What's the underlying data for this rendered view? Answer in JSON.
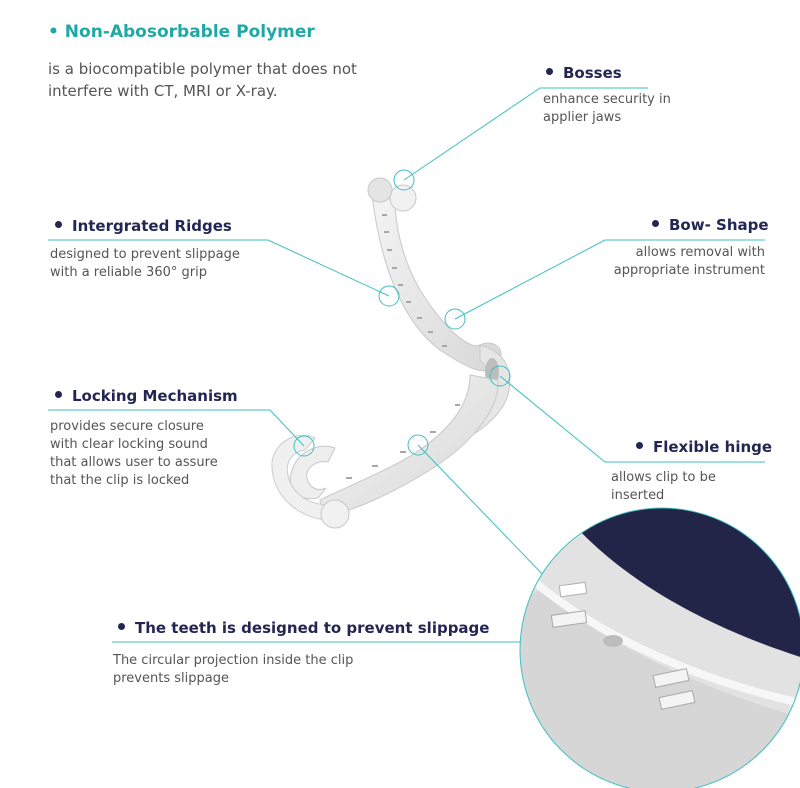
{
  "header": {
    "title": "• Non-Abosorbable Polymer",
    "description": "is a biocompatible polymer that does not interfere with CT, MRI or X-ray."
  },
  "features": {
    "bosses": {
      "title": "Bosses",
      "description": "enhance security in applier jaws"
    },
    "ridges": {
      "title": "Intergrated Ridges",
      "description": "designed to prevent  slippage with a reliable 360° grip"
    },
    "bow_shape": {
      "title": "Bow- Shape",
      "description": "allows removal with appropriate instrument"
    },
    "locking": {
      "title": "Locking Mechanism",
      "description": "provides secure closure with clear locking sound that allows user to assure that the clip is locked"
    },
    "hinge": {
      "title": "Flexible hinge",
      "description": "allows clip to be inserted"
    },
    "teeth": {
      "title": "The teeth is designed to prevent slippage",
      "description": "The circular projection inside the clip prevents slippage"
    }
  },
  "colors": {
    "accent_teal": "#1fa9a6",
    "heading_navy": "#232652",
    "leader_line": "#3fbfc0",
    "zoom_background": "#222448"
  }
}
